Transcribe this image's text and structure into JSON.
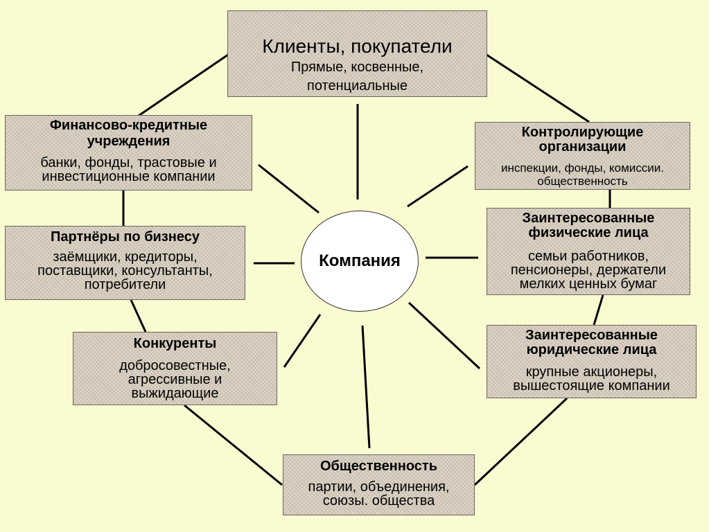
{
  "center": "Компания",
  "nodes": {
    "clients": {
      "title": "Клиенты, покупатели",
      "subtitle_lines": [
        "Прямые, косвенные,",
        "потенциальные"
      ]
    },
    "finance": {
      "title_lines": [
        "Финансово-кредитные",
        "учреждения"
      ],
      "subtitle_lines": [
        "банки, фонды, трастовые и",
        "инвестиционные компании"
      ]
    },
    "partners": {
      "title": "Партнёры по бизнесу",
      "subtitle_lines": [
        "заёмщики, кредиторы,",
        "поставщики, консультанты,",
        "потребители"
      ]
    },
    "competitors": {
      "title": "Конкуренты",
      "subtitle_lines": [
        "добросовестные,",
        "агрессивные и",
        "выжидающие"
      ]
    },
    "public": {
      "title": "Общественность",
      "subtitle_lines": [
        "партии, объединения,",
        "союзы. общества"
      ]
    },
    "control": {
      "title_lines": [
        "Контролирующие",
        "организации"
      ],
      "subtitle_lines": [
        "инспекции, фонды, комиссии.",
        "общественность"
      ]
    },
    "individuals": {
      "title_lines": [
        "Заинтересованные",
        "физические лица"
      ],
      "subtitle_lines": [
        "семьи работников,",
        "пенсионеры, держатели",
        "мелких ценных бумаг"
      ]
    },
    "legal": {
      "title_lines": [
        "Заинтересованные",
        "юридические лица"
      ],
      "subtitle_lines": [
        "крупные акционеры,",
        "вышестоящие компании"
      ]
    }
  }
}
